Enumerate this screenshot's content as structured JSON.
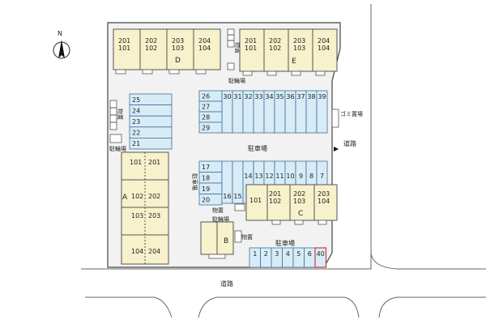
{
  "compass": {
    "north": "N"
  },
  "labels": {
    "road": "道路",
    "parking": "駐車場",
    "bike": "駐輪場",
    "storage": "物置",
    "garbage": "ゴミ置場"
  },
  "buildings": {
    "D": {
      "name": "D",
      "units": [
        "201",
        "101",
        "202",
        "102",
        "203",
        "103",
        "204",
        "104"
      ]
    },
    "E": {
      "name": "E",
      "units": [
        "201",
        "101",
        "202",
        "102",
        "203",
        "103",
        "204",
        "104"
      ]
    },
    "A": {
      "name": "A",
      "units": [
        "101",
        "201",
        "102",
        "202",
        "103",
        "203",
        "104",
        "204"
      ]
    },
    "C": {
      "name": "C",
      "units": [
        "101",
        "201",
        "102",
        "202",
        "103",
        "203",
        "104"
      ]
    },
    "B": {
      "name": "B"
    }
  },
  "parking_spaces": {
    "col_left": [
      "25",
      "24",
      "23",
      "22",
      "21"
    ],
    "row_top": [
      "26",
      "30",
      "31",
      "32",
      "33",
      "34",
      "35",
      "36",
      "37",
      "38",
      "39"
    ],
    "col_top": [
      "27",
      "28",
      "29"
    ],
    "col_mid": [
      "17",
      "18",
      "19",
      "20"
    ],
    "row_mid": [
      "16",
      "15",
      "14",
      "13",
      "12",
      "11",
      "10",
      "9",
      "8",
      "7"
    ],
    "row_bottom": [
      "1",
      "2",
      "3",
      "4",
      "5",
      "6",
      "40"
    ]
  }
}
